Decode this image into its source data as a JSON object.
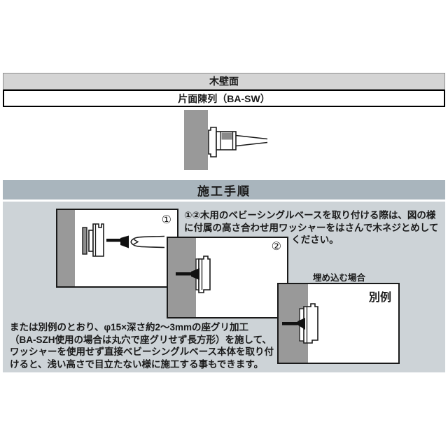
{
  "top": {
    "wall_label": "木壁面",
    "product_label": "片面陳列（BA-SW）"
  },
  "section": {
    "title": "施工手順"
  },
  "procedure": {
    "step1_marker": "①",
    "step2_marker": "②",
    "note_lines": [
      "①②木用のベビーシングルベースを取り付ける際は、図の様",
      "に付属の高さ合わせ用ワッシャーをはさんで木ネジとめして",
      "ください。"
    ],
    "embed_label": "埋め込む場合",
    "alt_label": "別例",
    "alt_note_lines": [
      "または別例のとおり、φ15×深さ約2〜3mmの座グリ加工",
      "（BA-SZH使用の場合は丸穴で座グリせず長方形）を施して、",
      "ワッシャーを使用せず直接ベビーシングルベース本体を取り付",
      "けると、浅い高さで目立たない様に施工する事もできます。"
    ]
  },
  "colors": {
    "wall_gray": "#999999",
    "top_bar_gray": "#d4d4d4",
    "header_blue_gray": "#a9b5bd",
    "body_gray": "#cdd3d7",
    "line_black": "#1a1a1a",
    "cylinder_band_gray": "#8a8a8a"
  }
}
